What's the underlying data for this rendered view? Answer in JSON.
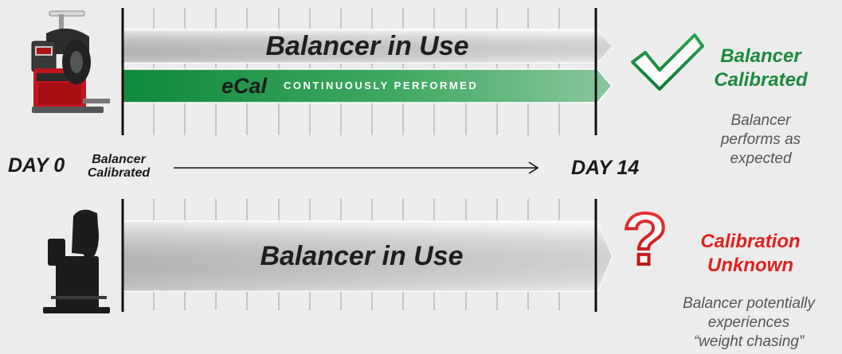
{
  "top_panel": {
    "bar_label": "Balancer in Use",
    "ecal_label": "eCal",
    "ecal_sublabel": "CONTINUOUSLY PERFORMED",
    "status_title_line1": "Balancer",
    "status_title_line2": "Calibrated",
    "status_desc_line1": "Balancer",
    "status_desc_line2": "performs as",
    "status_desc_line3": "expected",
    "status_color": "#1a8a3c",
    "status_icon": "checkmark-icon"
  },
  "timeline": {
    "start_label": "DAY 0",
    "start_note_line1": "Balancer",
    "start_note_line2": "Calibrated",
    "end_label": "DAY 14"
  },
  "bottom_panel": {
    "bar_label": "Balancer in Use",
    "status_title_line1": "Calibration",
    "status_title_line2": "Unknown",
    "status_desc_line1": "Balancer potentially",
    "status_desc_line2": "experiences",
    "status_desc_line3": "“weight chasing”",
    "status_color": "#e02020",
    "status_icon": "question-mark-icon"
  },
  "colors": {
    "background": "#ececec",
    "green_bar": "#1f9a47",
    "gray_bar": "#dcdcdc"
  }
}
